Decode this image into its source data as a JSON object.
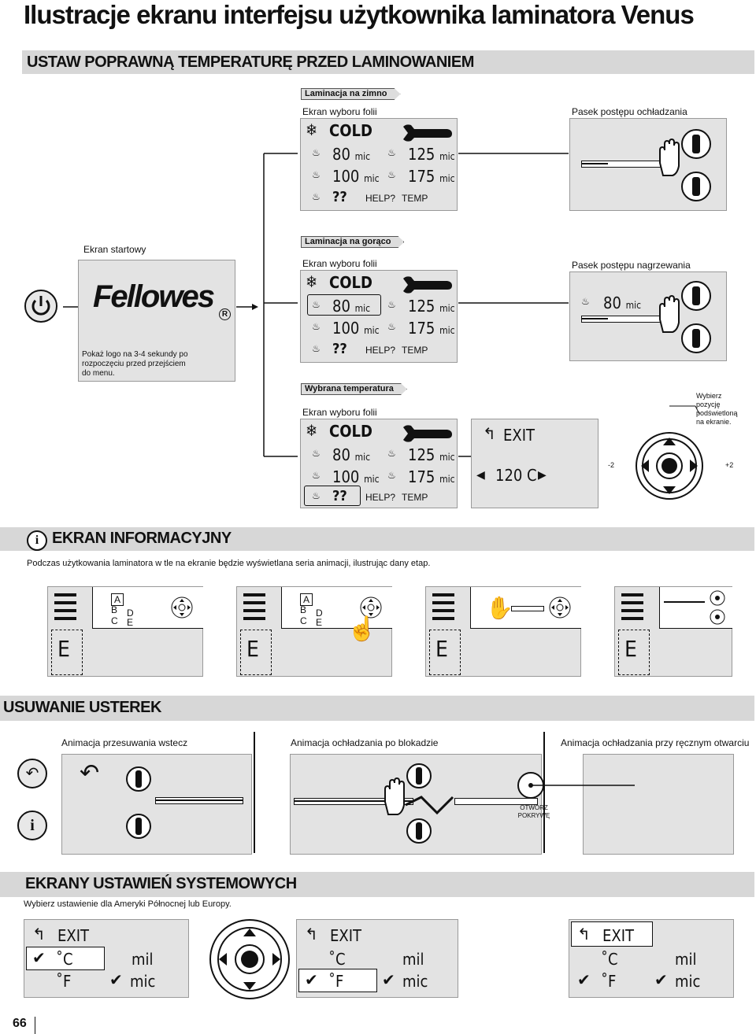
{
  "page": {
    "title": "Ilustracje ekranu interfejsu użytkownika laminatora Venus",
    "page_number": "66"
  },
  "sections": {
    "temperature": "USTAW POPRAWNĄ TEMPERATURĘ PRZED LAMINOWANIEM",
    "info": "EKRAN INFORMACYJNY",
    "trouble": "USUWANIE USTEREK",
    "system": "EKRANY USTAWIEŃ SYSTEMOWYCH"
  },
  "start": {
    "label": "Ekran startowy",
    "logo": "Fellowes",
    "caption_lines": [
      "Pokaż logo na 3-4 sekundy po",
      "rozpoczęciu przed przejściem",
      "do menu."
    ]
  },
  "cold": {
    "tag": "Laminacja na zimno",
    "screen_label": "Ekran wyboru folii",
    "progress_label": "Pasek postępu ochładzania"
  },
  "hot": {
    "tag": "Laminacja na gorąco",
    "screen_label": "Ekran wyboru folii",
    "progress_label": "Pasek postępu nagrzewania",
    "progress_value": "80",
    "progress_unit": "mic"
  },
  "selected": {
    "tag": "Wybrana temperatura",
    "screen_label": "Ekran wyboru folii",
    "exit": "EXIT",
    "temp": "120 C",
    "hint_lines": [
      "Wybierz",
      "pozycję",
      "podświetloną",
      "na ekranie."
    ],
    "minus": "-2",
    "plus": "+2"
  },
  "menu": {
    "cold": "COLD",
    "v80": "80",
    "v100": "100",
    "v125": "125",
    "v175": "175",
    "unit": "mic",
    "q": "??",
    "help": "HELP?",
    "temp": "TEMP"
  },
  "info": {
    "text": "Podczas użytkowania laminatora w tle na ekranie będzie wyświetlana seria animacji, ilustrując dany etap.",
    "letters": [
      "A",
      "B",
      "C",
      "D",
      "E"
    ],
    "big_letter": "E"
  },
  "trouble": {
    "col1": "Animacja przesuwania wstecz",
    "col2": "Animacja ochładzania po blokadzie",
    "col3": "Animacja ochładzania przy ręcznym otwarciu",
    "open_lines": [
      "OTWÓRZ",
      "POKRYWĘ"
    ]
  },
  "system": {
    "text": "Wybierz ustawienie dla Ameryki Północnej lub Europy.",
    "exit": "EXIT",
    "c": "˚C",
    "f": "˚F",
    "mil": "mil",
    "mic": "mic"
  }
}
